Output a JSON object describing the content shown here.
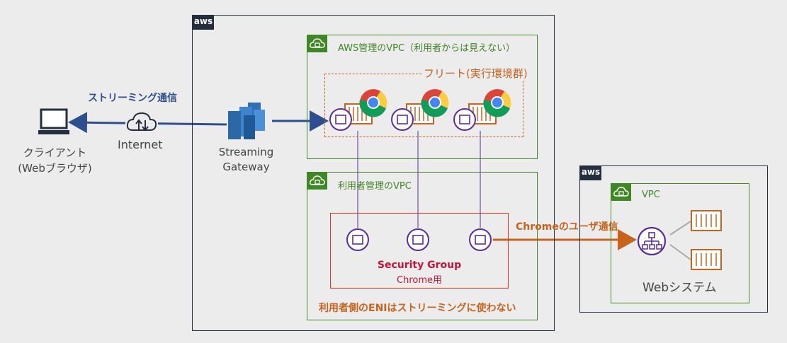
{
  "client": {
    "label_line1": "クライアント",
    "label_line2": "(Webブラウザ)"
  },
  "streaming_label": "ストリーミング通信",
  "internet_label": "Internet",
  "aws_logo": "aws",
  "gateway": {
    "line1": "Streaming",
    "line2": "Gateway"
  },
  "aws_vpc": {
    "title": "AWS管理のVPC（利用者からは見えない）"
  },
  "fleet": {
    "title": "フリート(実行環境群)"
  },
  "user_vpc": {
    "title": "利用者管理のVPC"
  },
  "security_group": {
    "title": "Security Group",
    "subtitle": "Chrome用"
  },
  "eni_note": "利用者側のENIはストリーミングに使わない",
  "chrome_traffic_label": "Chromeのユーザ通信",
  "web_vpc": {
    "title": "VPC"
  },
  "web_system_label": "Webシステム",
  "colors": {
    "aws_dark": "#232f3e",
    "vpc_green": "#3f8624",
    "arrow_blue": "#2e4f8f",
    "arrow_orange": "#c7631b",
    "sg_red": "#dd3522",
    "eni_purple": "#5a2d9c"
  },
  "icons": [
    "laptop-icon",
    "cloud-internet-icon",
    "streaming-gateway-icon",
    "container-icon",
    "chrome-icon",
    "eni-icon",
    "vpc-lock-icon",
    "load-balancer-icon"
  ]
}
